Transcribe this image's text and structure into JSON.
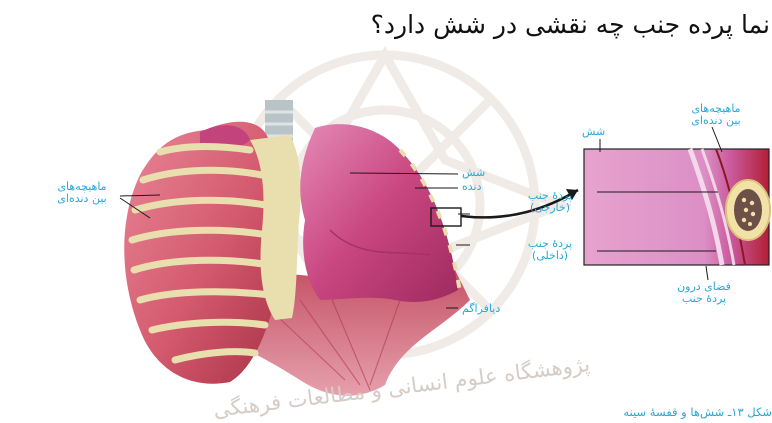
{
  "question": "نما پرده جنب چه نقشی در شش دارد؟",
  "figure": {
    "caption": "شکل ۱۳ـ شش‌ها و قفسهٔ سینه",
    "watermark_text": "پژوهشگاه علوم انسانی و مطالعات فرهنگی",
    "left_labels": {
      "intercostal_muscles_line1": "ماهیچه‌های",
      "intercostal_muscles_line2": "بین دنده‌ای"
    },
    "center_labels": {
      "lung": "شش",
      "rib": "دنده",
      "outer_pleura_line1": "پردهٔ جنب",
      "outer_pleura_line2": "(خارجی)",
      "inner_pleura_line1": "پردهٔ جنب",
      "inner_pleura_line2": "(داخلی)",
      "diaphragm": "دیافراگم"
    },
    "detail_labels": {
      "lung": "شش",
      "intercostal_line1": "ماهیچه‌های",
      "intercostal_line2": "بین دنده‌ای",
      "pleural_space_line1": "فضای درون",
      "pleural_space_line2": "پردهٔ جنب"
    },
    "colors": {
      "label_blue": "#27a9d6",
      "muscle_red": "#c8485e",
      "lung_pink": "#c2467a",
      "rib_cream": "#e9dfae",
      "cartilage_grey": "#b9c4c8",
      "watermark": "#e6dcd6"
    }
  }
}
